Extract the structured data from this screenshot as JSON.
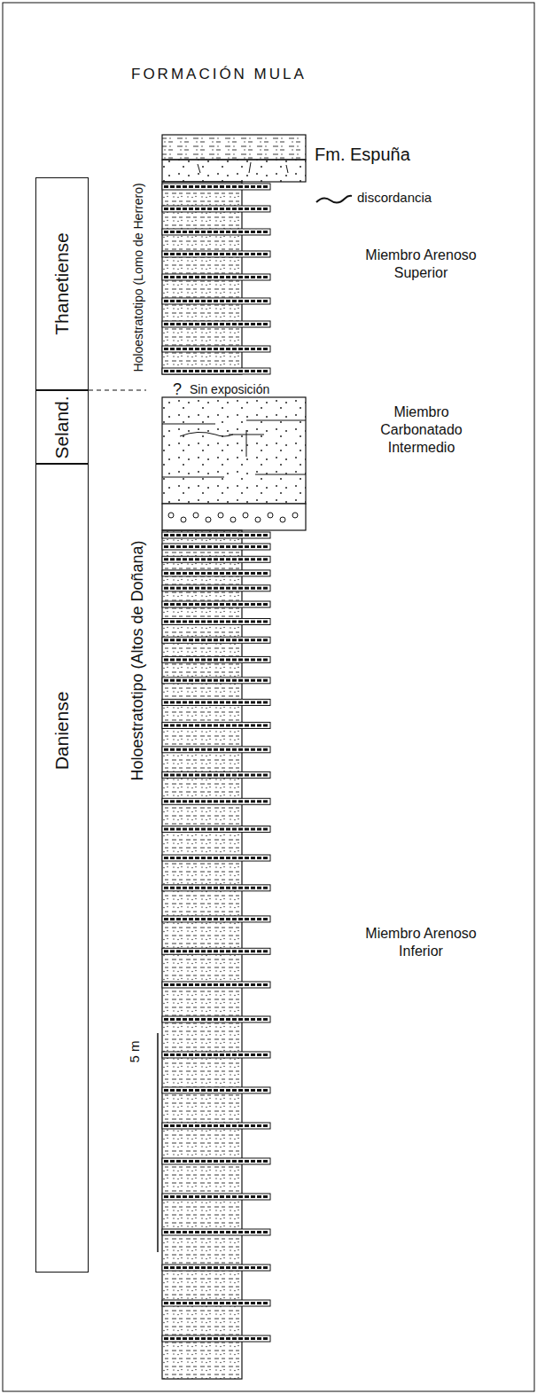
{
  "diagram": {
    "title": "FORMACIÓN MULA",
    "nodes": [
      {
        "text": [
          "Thanetiense"
        ]
      },
      {
        "text": [
          "Seland."
        ]
      },
      {
        "text": [
          "Daniense"
        ]
      }
    ],
    "labels": [
      "Fm. Espuña",
      "discordancia",
      "Holoestratotipo (Lomo de Herrero)",
      "Miembro Arenoso Superior",
      "?",
      "Sin exposición",
      "Holoestratotipo (Altos de Doñana)",
      "Miembro Carbonatado Intermedio",
      "Miembro Arenoso Inferior",
      "5 m"
    ]
  }
}
